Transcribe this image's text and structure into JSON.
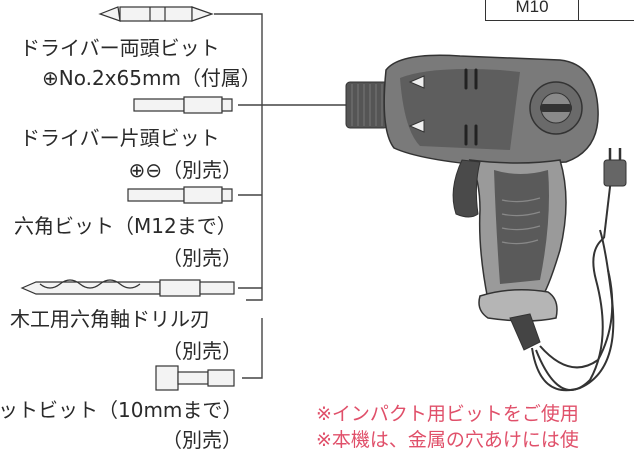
{
  "spec_table": {
    "cell": "M10"
  },
  "bits": [
    {
      "name_line": "ドライバー両頭ビット",
      "detail_line": "⊕No.2x65mm（付属）"
    },
    {
      "name_line": "ドライバー片頭ビット",
      "detail_line": "⊕⊖（別売）"
    },
    {
      "name_line": "六角ビット（M12まで）",
      "detail_line": "（別売）"
    },
    {
      "name_line": "木工用六角軸ドリル刃",
      "detail_line": "（別売）"
    },
    {
      "name_line": "ットビット（10mmまで）",
      "detail_line": "（別売）"
    }
  ],
  "notes": [
    "※インパクト用ビットをご使用",
    "※本機は、金属の穴あけには使"
  ]
}
